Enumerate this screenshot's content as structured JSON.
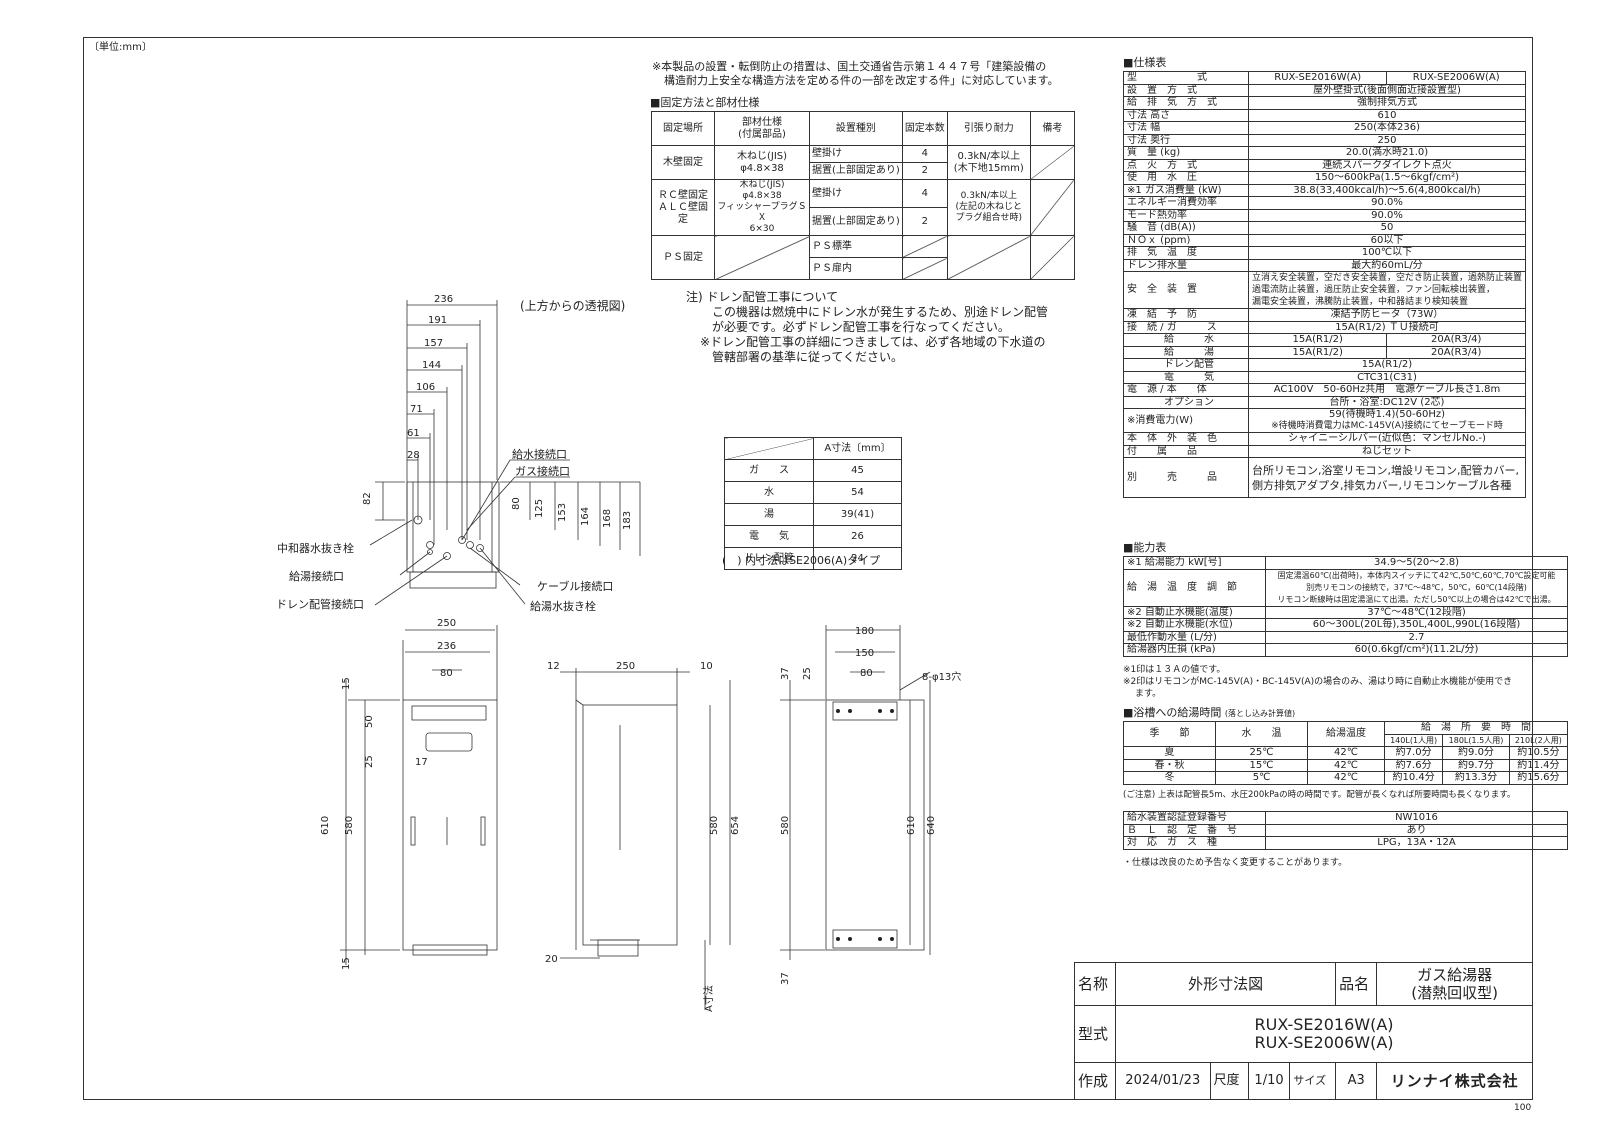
{
  "unit_label": "〔単位:mm〕",
  "page_number": "100",
  "notice": {
    "line1": "※本製品の設置・転倒防止の措置は、国土交通省告示第１４４７号「建築設備の",
    "line2": "構造耐力上安全な構造方法を定める件の一部を改定する件」に対応しています。"
  },
  "fix_table": {
    "title": "■固定方法と部材仕様",
    "headers": [
      "固定場所",
      "部材仕様\n(付属部品)",
      "設置種別",
      "固定本数",
      "引張り耐力",
      "備考"
    ],
    "wood": {
      "place": "木壁固定",
      "part": "木ねじ(JIS)\nφ4.8×38",
      "type1": "壁掛け",
      "type2": "据置(上部固定あり)",
      "n1": "4",
      "n2": "2",
      "force": "0.3kN/本以上\n(木下地15mm)"
    },
    "rc": {
      "place": "ＲＣ壁固定\nＡＬＣ壁固定",
      "part": "木ねじ(JIS)\nφ4.8×38\nフィッシャープラグＳＸ\n6×30",
      "type1": "壁掛け",
      "type2": "据置(上部固定あり)",
      "n1": "4",
      "n2": "2",
      "force": "0.3kN/本以上\n(左記の木ねじと\nプラグ組合せ時)"
    },
    "ps": {
      "place": "ＰＳ固定",
      "type1": "ＰＳ標準",
      "type2": "ＰＳ扉内"
    }
  },
  "drain_note": {
    "l1": "注) ドレン配管工事について",
    "l2": "この機器は燃焼中にドレン水が発生するため、別途ドレン配管",
    "l3": "が必要です。必ずドレン配管工事を行なってください。",
    "l4": "※ドレン配管工事の詳細につきましては、必ず各地域の下水道の",
    "l5": "管轄部署の基準に従ってください。"
  },
  "a_table": {
    "header": "A寸法〔mm〕",
    "rows": [
      {
        "k": "ガ　　ス",
        "v": "45"
      },
      {
        "k": "水",
        "v": "54"
      },
      {
        "k": "湯",
        "v": "39(41)"
      },
      {
        "k": "電　　気",
        "v": "26"
      },
      {
        "k": "ドレン配管",
        "v": "24"
      }
    ],
    "note": "(　) 内寸法はSE2006(A)タイプ"
  },
  "top_view": {
    "caption": "(上方からの透視図)",
    "dims": [
      "236",
      "191",
      "157",
      "144",
      "106",
      "71",
      "61",
      "28"
    ],
    "vdims": [
      "82",
      "80",
      "125",
      "153",
      "164",
      "168",
      "183"
    ],
    "labels": {
      "water": "給水接続口",
      "gas": "ガス接続口",
      "neutralizer": "中和器水抜き栓",
      "hotwater": "給湯接続口",
      "drain": "ドレン配管接続口",
      "cable": "ケーブル接続口",
      "hw_drain": "給湯水抜き栓"
    }
  },
  "front_view": {
    "w_outer": "250",
    "w_inner": "236",
    "w_80": "80",
    "h_15a": "15",
    "h_50": "50",
    "h_25": "25",
    "w_17": "17",
    "h_610": "610",
    "h_580": "580",
    "h_15b": "15"
  },
  "side_view": {
    "w_12": "12",
    "w_250": "250",
    "w_10": "10",
    "h_580": "580",
    "h_654": "654",
    "w_20": "20",
    "a_label": "A寸法"
  },
  "back_view": {
    "w_180": "180",
    "w_150": "150",
    "w_80": "80",
    "holes": "8-φ13穴",
    "h_37a": "37",
    "h_25": "25",
    "h_580": "580",
    "h_610": "610",
    "h_640": "640",
    "h_37b": "37"
  },
  "spec": {
    "title": "■仕様表",
    "rows": [
      {
        "k": "型　　　　　　式",
        "v": "RUX-SE2016W(A)",
        "v2": "RUX-SE2006W(A)"
      },
      {
        "k": "設　置　方　式",
        "v": "屋外壁掛式(後面側面近接設置型)"
      },
      {
        "k": "給　排　気　方　式",
        "v": "強制排気方式"
      },
      {
        "k": "寸法 高さ",
        "v": "610"
      },
      {
        "k": "寸法 幅",
        "v": "250(本体236)"
      },
      {
        "k": "寸法 奥行",
        "v": "250"
      },
      {
        "k": "質　量 (kg)",
        "v": "20.0(満水時21.0)"
      },
      {
        "k": "点　火　方　式",
        "v": "連続スパークダイレクト点火"
      },
      {
        "k": "使　用　水　圧",
        "v": "150〜600kPa(1.5〜6kgf/cm²)"
      },
      {
        "k": "※1 ガス消費量 (kW)",
        "v": "38.8(33,400kcal/h)〜5.6(4,800kcal/h)"
      },
      {
        "k": "エネルギー消費効率",
        "v": "90.0%"
      },
      {
        "k": "モード熱効率",
        "v": "90.0%"
      },
      {
        "k": "騒　音 (dB(A))",
        "v": "50"
      },
      {
        "k": "ＮＯｘ (ppm)",
        "v": "60以下"
      },
      {
        "k": "排　気　温　度",
        "v": "100℃以下"
      },
      {
        "k": "ドレン排水量",
        "v": "最大約60mL/分"
      }
    ],
    "safety_k": "安　全　装　置",
    "safety_v": [
      "立消え安全装置，空だき安全装置，空だき防止装置，過熱防止装置",
      "過電流防止装置，過圧防止安全装置，ファン回転検出装置，",
      "漏電安全装置，沸騰防止装置，中和器詰まり検知装置"
    ],
    "freeze_k": "凍　結　予　防",
    "freeze_v": "凍結予防ヒータ（73W）",
    "conn_k": "接　続",
    "conn": [
      {
        "k": "ガ　　　ス",
        "v": "15A(R1/2) ＴＵ接続可"
      },
      {
        "k": "給　　　水",
        "v": "15A(R1/2)",
        "v2": "20A(R3/4)"
      },
      {
        "k": "給　　　湯",
        "v": "15A(R1/2)",
        "v2": "20A(R3/4)"
      },
      {
        "k": "ドレン配管",
        "v": "15A(R1/2)"
      },
      {
        "k": "電　　　気",
        "v": "CTC31(C31)"
      }
    ],
    "power_k": "電　源",
    "power": [
      {
        "k": "本　　体",
        "v": "AC100V　50-60Hz共用　電源ケーブル長さ1.8m"
      },
      {
        "k": "オプション",
        "v": "台所・浴室:DC12V (2芯)"
      }
    ],
    "consume_k": "※消費電力(W)",
    "consume_v": [
      "59(待機時1.4)(50-60Hz)",
      "※待機時消費電力はMC-145V(A)接続にてセーブモード時"
    ],
    "color_k": "本　体　外　装　色",
    "color_v": "シャイニーシルバー(近似色：マンセルNo.-)",
    "acc_k": "付　　属　　品",
    "acc_v": "ねじセット",
    "sold_k": "別　　　売　　　品",
    "sold_v": [
      "台所リモコン,浴室リモコン,増設リモコン,配管カバー,",
      "側方排気アダプタ,排気カバー,リモコンケーブル各種"
    ]
  },
  "ability": {
    "title": "■能力表",
    "r1k": "※1 給湯能力 kW[号]",
    "r1v": "34.9〜5(20〜2.8)",
    "r2k": "給　湯　温　度　調　節",
    "r2v": [
      "固定湯温60℃(出荷時)，本体内スイッチにて42℃,50℃,60℃,70℃設定可能",
      "別売リモコンの接続で，37℃〜48℃，50℃，60℃(14段階)",
      "リモコン断線時は固定湯温にて出湯。ただし50℃以上の場合は42℃で出湯。"
    ],
    "r3k": "※2 自動止水機能(温度)",
    "r3v": "37℃〜48℃(12段階)",
    "r4k": "※2 自動止水機能(水位)",
    "r4v": "60〜300L(20L毎),350L,400L,990L(16段階)",
    "r5k": "最低作動水量 (L/分)",
    "r5v": "2.7",
    "r6k": "給湯器内圧損 (kPa)",
    "r6v": "60(0.6kgf/cm²)(11.2L/分)",
    "n1": "※1印は１３Ａの値です。",
    "n2": "※2印はリモコンがMC-145V(A)・BC-145V(A)の場合のみ、湯はり時に自動止水機能が使用でき",
    "n3": "ます。"
  },
  "bath": {
    "title": "■浴槽への給湯時間",
    "sub": "(落とし込み計算値)",
    "h": {
      "season": "季　　節",
      "temp": "水　　温",
      "hot": "給湯温度",
      "req": "給　湯　所　要　時　間",
      "c1": "140L(1人用)",
      "c2": "180L(1.5人用)",
      "c3": "210L(2人用)"
    },
    "rows": [
      {
        "s": "夏",
        "w": "25℃",
        "t": "42℃",
        "a": "約7.0分",
        "b": "約9.0分",
        "c": "約10.5分"
      },
      {
        "s": "春・秋",
        "w": "15℃",
        "t": "42℃",
        "a": "約7.6分",
        "b": "約9.7分",
        "c": "約11.4分"
      },
      {
        "s": "冬",
        "w": "5℃",
        "t": "42℃",
        "a": "約10.4分",
        "b": "約13.3分",
        "c": "約15.6分"
      }
    ],
    "note": "(ご注意) 上表は配管長5m、水圧200kPaの時の時間です。配管が長くなれば所要時間も長くなります。"
  },
  "cert": {
    "rows": [
      {
        "k": "給水装置認証登録番号",
        "v": "NW1016"
      },
      {
        "k": "Ｂ　Ｌ　認　定　番　号",
        "v": "あり"
      },
      {
        "k": "対　応　ガ　ス　種",
        "v": "LPG，13A・12A"
      }
    ],
    "note": "・仕様は改良のため予告なく変更することがあります。"
  },
  "title_block": {
    "name_k": "名称",
    "name_v": "外形寸法図",
    "prod_k": "品名",
    "prod_v1": "ガス給湯器",
    "prod_v2": "(潜熱回収型)",
    "model_k": "型式",
    "model_v1": "RUX-SE2016W(A)",
    "model_v2": "RUX-SE2006W(A)",
    "made_k": "作成",
    "made_v": "2024/01/23",
    "scale_k": "尺度",
    "scale_v": "1/10",
    "size_k": "サイズ",
    "size_v": "A3",
    "company": "リンナイ株式会社"
  }
}
